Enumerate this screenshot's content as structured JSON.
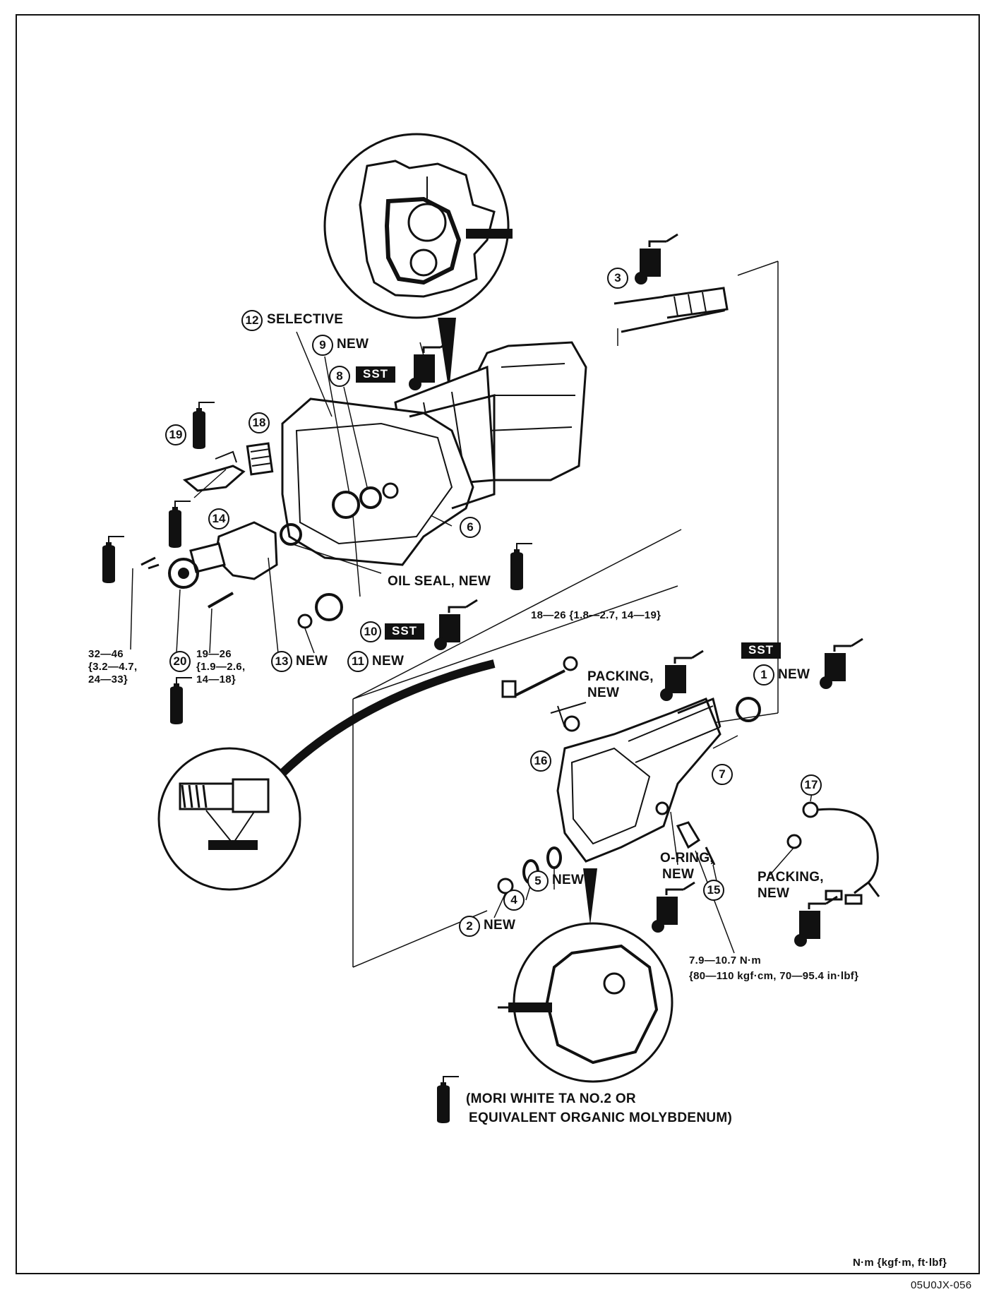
{
  "callouts": {
    "c1": "1",
    "c2": "2",
    "c3": "3",
    "c4": "4",
    "c5": "5",
    "c6": "6",
    "c7": "7",
    "c8": "8",
    "c9": "9",
    "c10": "10",
    "c11": "11",
    "c12": "12",
    "c13": "13",
    "c14": "14",
    "c15": "15",
    "c16": "16",
    "c17": "17",
    "c18": "18",
    "c19": "19",
    "c20": "20"
  },
  "labels": {
    "selective": "SELECTIVE",
    "new": "NEW",
    "sst": "SST",
    "oil_seal_new": "OIL SEAL, NEW",
    "packing_new_top_1": "PACKING,",
    "packing_new_top_2": "NEW",
    "o_ring_1": "O-RING,",
    "o_ring_2": "NEW",
    "packing_new_right_1": "PACKING,",
    "packing_new_right_2": "NEW"
  },
  "torques": {
    "bolt_top": "18—26 {1.8—2.7, 14—19}",
    "left_a": "32—46\n{3.2—4.7,\n24—33}",
    "left_b": "19—26\n{1.9—2.6,\n14—18}",
    "sensor_1": "7.9—10.7 N·m",
    "sensor_2": "{80—110 kgf·cm, 70—95.4 in·lbf}"
  },
  "legend": {
    "line1": "(MORI WHITE TA NO.2 OR",
    "line2": "EQUIVALENT ORGANIC MOLYBDENUM)"
  },
  "footer": {
    "units": "N·m {kgf·m, ft·lbf}",
    "code": "05U0JX-056"
  }
}
